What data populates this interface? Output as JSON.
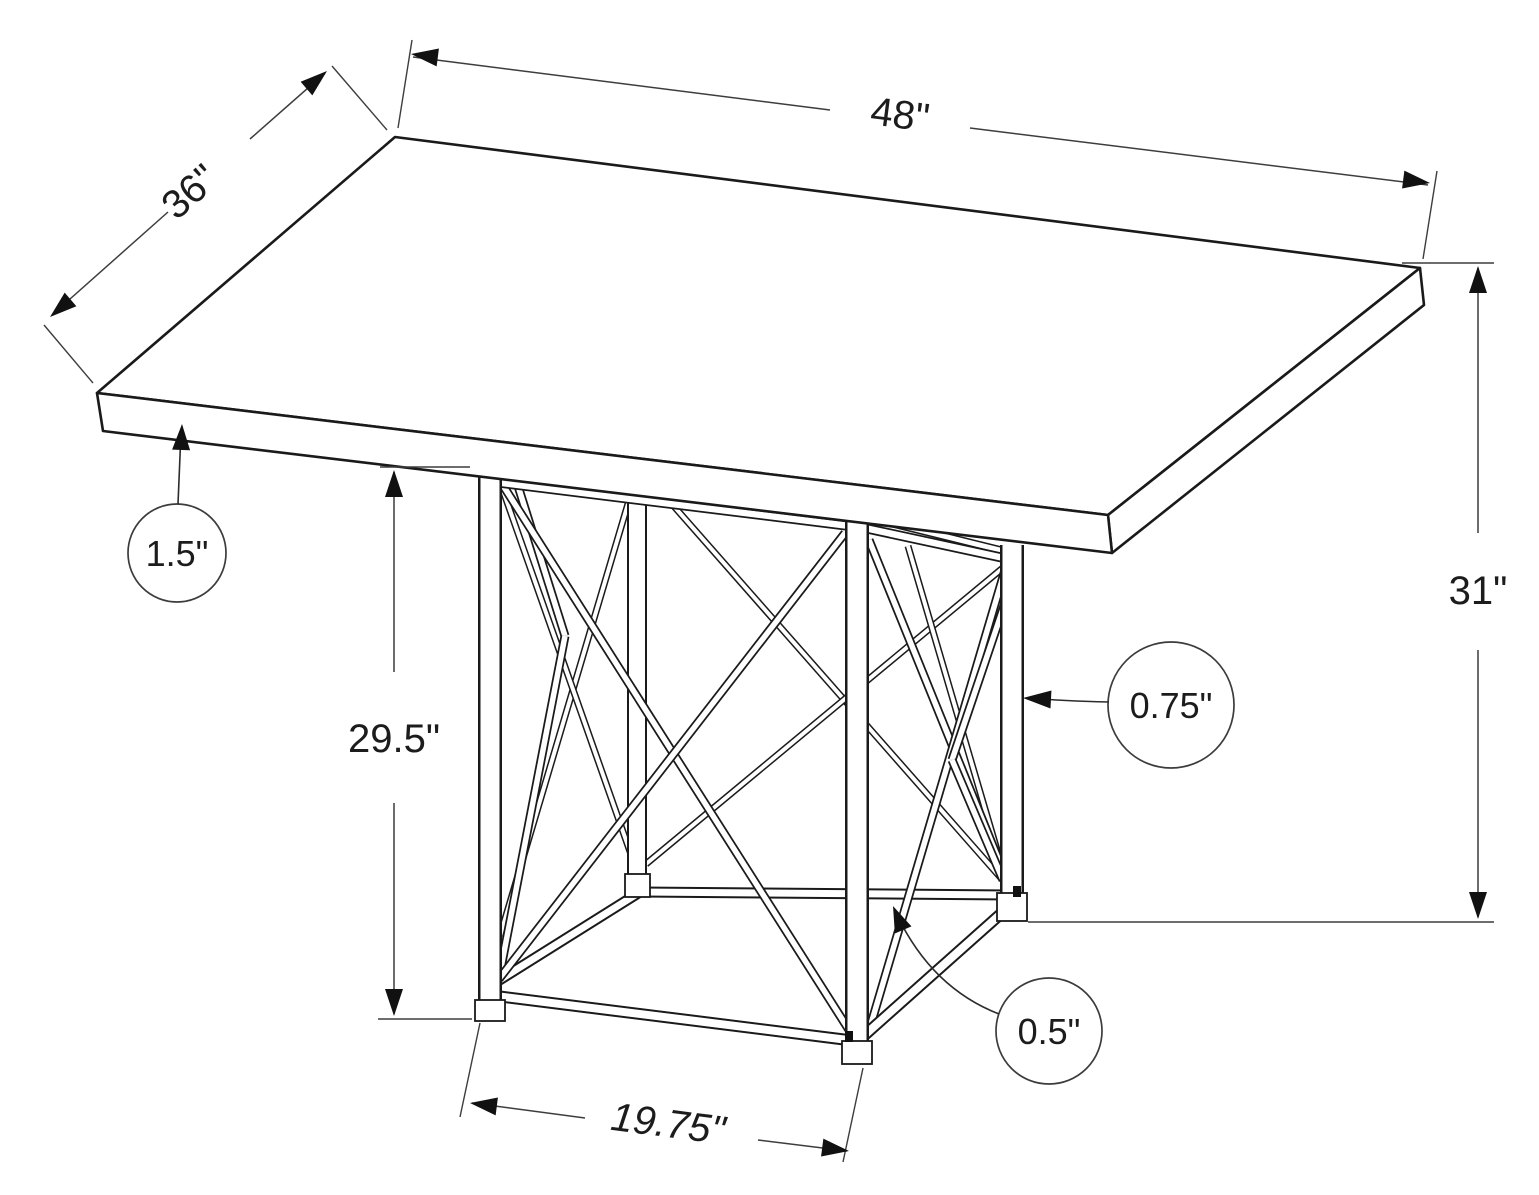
{
  "diagram": {
    "kind": "furniture-dimension-drawing",
    "subject": "rectangular dining table with X-trestle metal base",
    "background": "#ffffff",
    "ink": "#1a1a1a"
  },
  "labels": {
    "top_length": "48\"",
    "top_depth": "36\"",
    "top_thickness": "1.5\"",
    "base_height": "29.5\"",
    "overall_height": "31\"",
    "frame_tube": "0.75\"",
    "brace_tube": "0.5\"",
    "base_width": "19.75\""
  }
}
